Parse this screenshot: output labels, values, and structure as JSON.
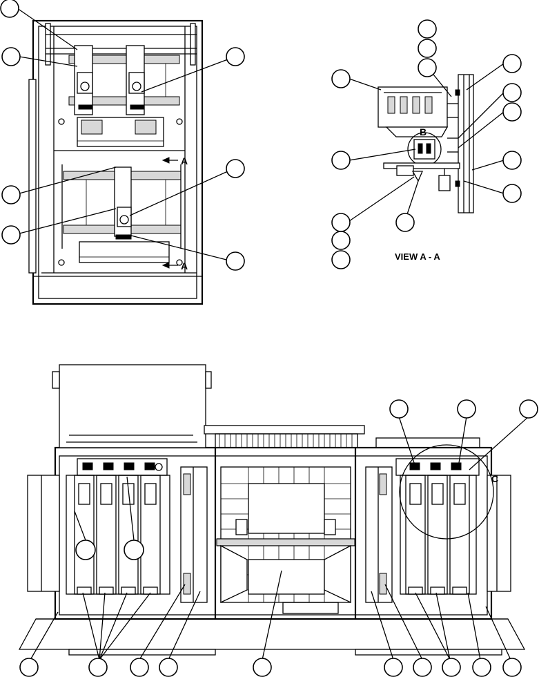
{
  "view_title": "VIEW A - A",
  "section_marker": "A",
  "detail_b": "B",
  "detail_c": "C"
}
